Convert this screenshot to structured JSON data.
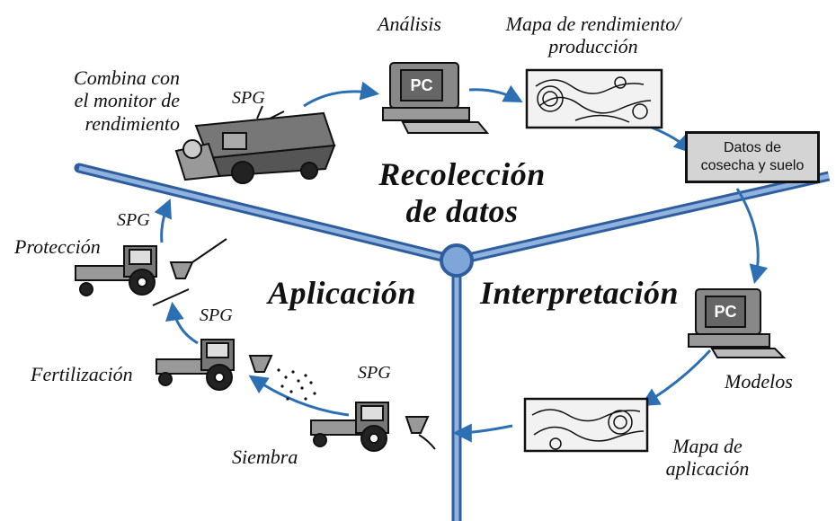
{
  "phases": {
    "collection": [
      "Recolección",
      "de datos"
    ],
    "application": "Aplicación",
    "interpretation": "Interpretación"
  },
  "nodes": {
    "combine": [
      "Combina con",
      "el monitor de",
      "rendimiento"
    ],
    "analysis": "Análisis",
    "yield_map": [
      "Mapa de rendimiento/",
      "producción"
    ],
    "harvest_data": [
      "Datos de",
      "cosecha y suelo"
    ],
    "models": "Modelos",
    "application_map": [
      "Mapa de",
      "aplicación"
    ],
    "sowing": "Siembra",
    "fertilization": "Fertilización",
    "protection": "Protección"
  },
  "gps_label": "SPG",
  "pc_label": "PC",
  "colors": {
    "axis": "#5b88c5",
    "axis_dark": "#2f5e9e",
    "arrow": "#2c6fb3",
    "box": "#d4d4d4",
    "ink": "#111111"
  },
  "icons": [
    "combine-harvester-icon",
    "computer-icon",
    "tractor-icon",
    "contour-map-icon"
  ]
}
